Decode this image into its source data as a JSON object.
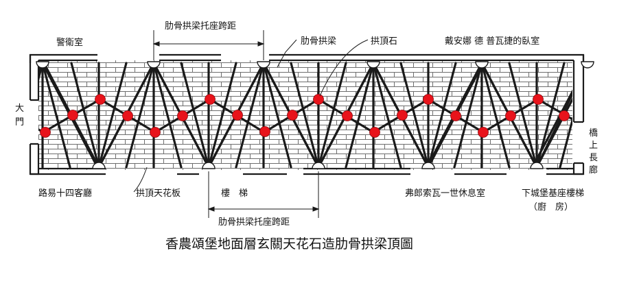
{
  "labels": {
    "guard_room": "警衛室",
    "span_top": "肋骨拱梁托座跨距",
    "rib": "肋骨拱梁",
    "keystone": "拱頂石",
    "bedroom": "戴安娜 德 普瓦捷的臥室",
    "main_gate_1": "大",
    "main_gate_2": "門",
    "bridge_1": "橋",
    "bridge_2": "上",
    "bridge_3": "長",
    "bridge_4": "廊",
    "louis_hall": "路易十四客廳",
    "vault_panel": "拱頂天花板",
    "stairs": "樓　梯",
    "span_bottom": "肋骨拱梁托座跨距",
    "francois_room": "弗郎索瓦一世休息室",
    "stair_lower": "下城堡基座樓梯",
    "kitchen": "（廚　房）"
  },
  "caption": "香農頌堡地面層玄關天花石造肋骨拱梁頂圖",
  "colors": {
    "ink": "#1a1a1a",
    "brick": "#6d6d6d",
    "keystone": "#e8131b"
  }
}
